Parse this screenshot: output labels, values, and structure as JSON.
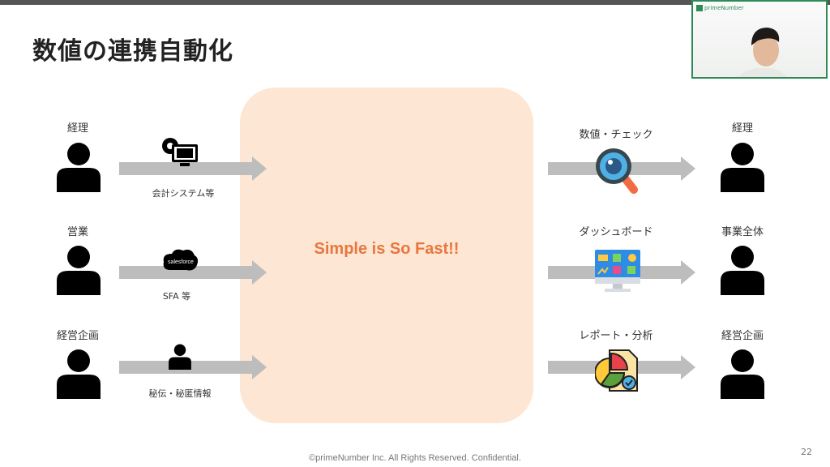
{
  "title": "数値の連携自動化",
  "center_text": "Simple is So Fast!!",
  "left_rows": [
    {
      "person_label": "経理",
      "source_label": "会計システム等",
      "source_icon": "accounting-system-icon"
    },
    {
      "person_label": "営業",
      "source_label": "SFA 等",
      "source_icon": "salesforce-icon",
      "logo_text": "salesforce"
    },
    {
      "person_label": "経営企画",
      "source_label": "秘伝・秘匿情報",
      "source_icon": "person-icon"
    }
  ],
  "right_rows": [
    {
      "output_label": "数値・チェック",
      "person_label": "経理",
      "output_icon": "magnifier-icon"
    },
    {
      "output_label": "ダッシュボード",
      "person_label": "事業全体",
      "output_icon": "dashboard-icon"
    },
    {
      "output_label": "レポート・分析",
      "person_label": "経営企画",
      "output_icon": "report-icon"
    }
  ],
  "footer": "©primeNumber Inc. All Rights Reserved. Confidential.",
  "page_number": "22",
  "webcam": {
    "logo_text": "primeNumber"
  },
  "colors": {
    "accent": "#e8773f",
    "panel": "#fde6d3",
    "arrow": "#bdbdbd"
  }
}
